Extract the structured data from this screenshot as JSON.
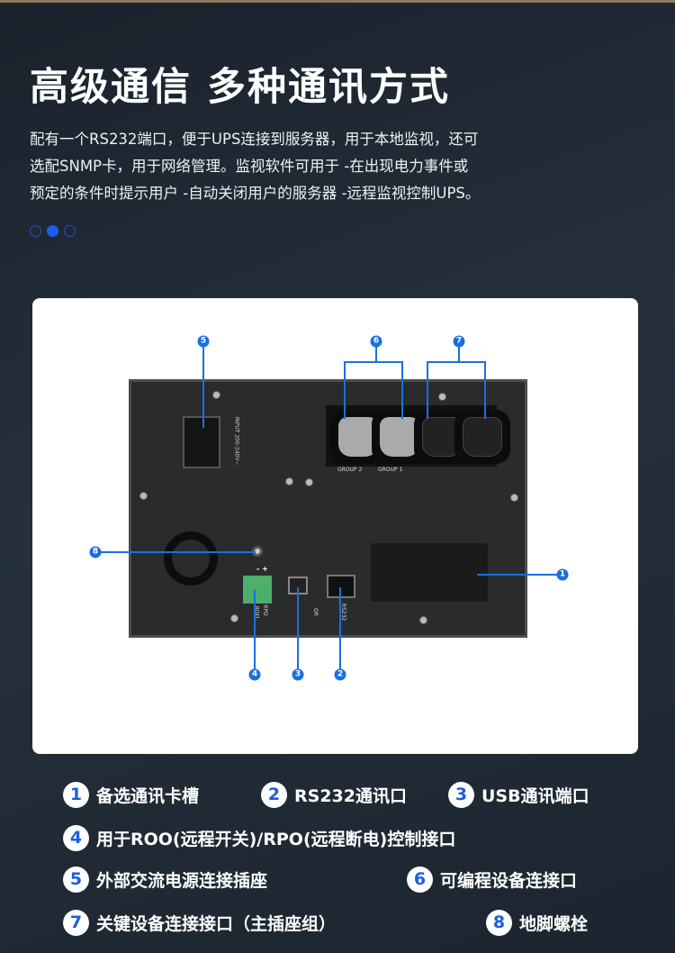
{
  "title": "高级通信 多种通讯方式",
  "description": [
    "配有一个RS232端口，便于UPS连接到服务器，用于本地监视，还可",
    "选配SNMP卡，用于网络管理。监视软件可用于 -在出现电力事件或",
    "预定的条件时提示用户 -自动关闭用户的服务器 -远程监视控制UPS。"
  ],
  "carousel": {
    "count": 3,
    "active": 2
  },
  "accent_color": "#1a6fe0",
  "panel_labels": {
    "input": "INPUT 200-240V~",
    "group2": "GROUP 2",
    "group1": "GROUP 1",
    "rpo": "RPO",
    "roo": "ROO",
    "or": "OR",
    "rs232": "RS232",
    "polarity": "- +"
  },
  "markers": [
    "1",
    "2",
    "3",
    "4",
    "5",
    "6",
    "7",
    "8"
  ],
  "legend": [
    {
      "num": "1",
      "label": "备选通讯卡槽"
    },
    {
      "num": "2",
      "label": "RS232通讯口"
    },
    {
      "num": "3",
      "label": "USB通讯端口"
    },
    {
      "num": "4",
      "label": "用于ROO(远程开关)/RPO(远程断电)控制接口"
    },
    {
      "num": "5",
      "label": "外部交流电源连接插座"
    },
    {
      "num": "6",
      "label": "可编程设备连接口"
    },
    {
      "num": "7",
      "label": "关键设备连接接口（主插座组）"
    },
    {
      "num": "8",
      "label": "地脚螺栓"
    }
  ]
}
